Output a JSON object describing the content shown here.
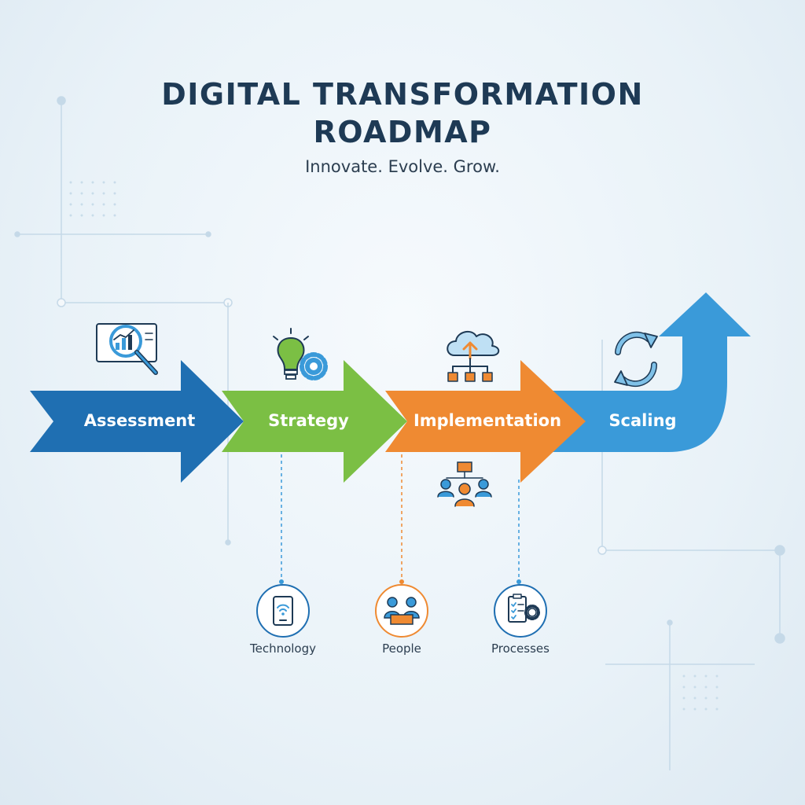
{
  "title_line_1": "DIGITAL TRANSFORMATION",
  "title_line_2": "ROADMAP",
  "subtitle": "Innovate. Evolve. Grow.",
  "colors": {
    "title": "#1e3a55",
    "assessment": "#1f6fb2",
    "strategy": "#7bbf44",
    "implementation": "#ef8a32",
    "scaling": "#3a9ad9",
    "line": "#a9c7dd"
  },
  "stages": [
    {
      "label": "Assessment",
      "icon": "magnifier-chart-icon"
    },
    {
      "label": "Strategy",
      "icon": "lightbulb-gear-icon"
    },
    {
      "label": "Implementation",
      "icon": "cloud-hierarchy-icon"
    },
    {
      "label": "Scaling",
      "icon": "refresh-cycle-icon"
    }
  ],
  "pillars": [
    {
      "label": "Technology",
      "icon": "tablet-wifi-icon"
    },
    {
      "label": "People",
      "icon": "team-icon"
    },
    {
      "label": "Processes",
      "icon": "checklist-gear-icon"
    }
  ],
  "extra_icons": [
    "team-hierarchy-icon"
  ]
}
